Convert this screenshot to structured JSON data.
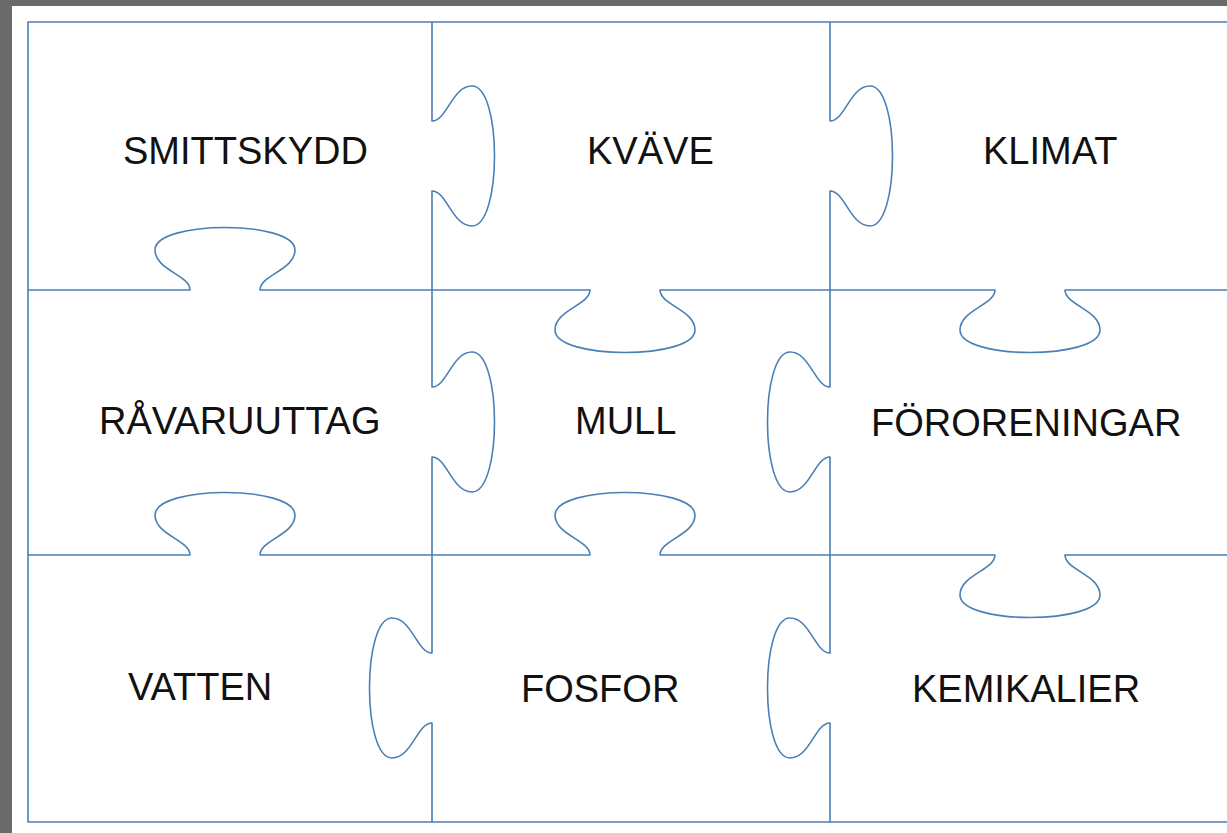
{
  "diagram": {
    "nodes": [
      {
        "text": [
          "SMITTSKYDD"
        ]
      },
      {
        "text": [
          "KVÄVE"
        ]
      },
      {
        "text": [
          "KLIMAT"
        ]
      },
      {
        "text": [
          "RÅVARUUTTAG"
        ]
      },
      {
        "text": [
          "MULL"
        ]
      },
      {
        "text": [
          "FÖRORENINGAR"
        ]
      },
      {
        "text": [
          "VATTEN"
        ]
      },
      {
        "text": [
          "FOSFOR"
        ]
      },
      {
        "text": [
          "KEMIKALIER"
        ]
      }
    ]
  }
}
